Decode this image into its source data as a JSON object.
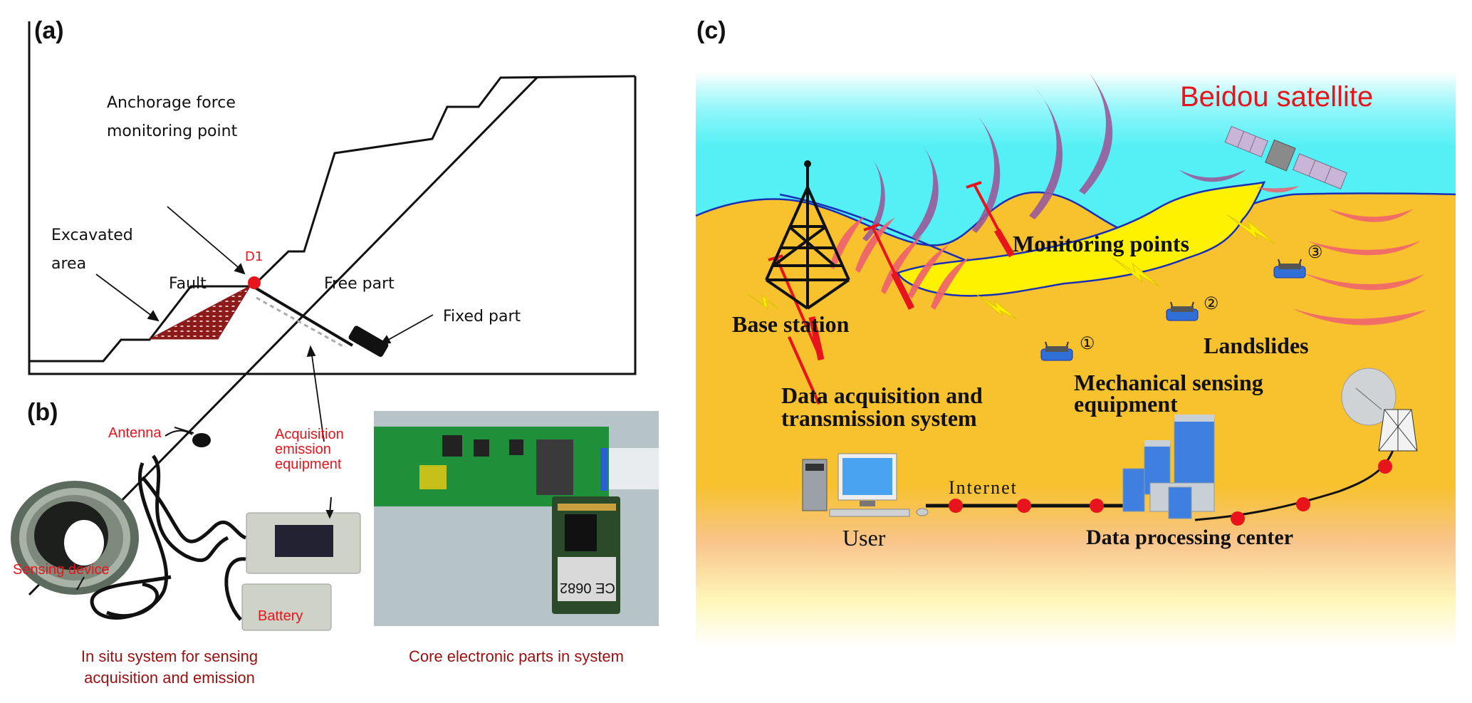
{
  "panels": {
    "a": {
      "label": "(a)",
      "annotations": {
        "anchorage_line1": "Anchorage force",
        "anchorage_line2": "monitoring point",
        "excavated_line1": "Excavated",
        "excavated_line2": "area",
        "monitoring_point_id": "D1",
        "fixed_part": "Fixed part",
        "free_part": "Free part",
        "fault": "Fault"
      }
    },
    "b": {
      "label": "(b)",
      "left_photo": {
        "labels": {
          "antenna": "Antenna",
          "acquisition_line1": "Acquisition",
          "acquisition_line2": "emission",
          "acquisition_line3": "equipment",
          "sensing_device": "Sensing device",
          "battery": "Battery"
        },
        "caption_line1": "In situ system for sensing",
        "caption_line2": "acquisition and emission"
      },
      "right_photo": {
        "module_marking": "CE 0682",
        "caption": "Core electronic parts in system"
      }
    },
    "c": {
      "label": "(c)",
      "title": "Beidou satellite",
      "labels": {
        "base_station": "Base station",
        "monitoring_points": "Monitoring points",
        "landslides": "Landslides",
        "mechanical_line1": "Mechanical sensing",
        "mechanical_line2": "equipment",
        "daq_line1": "Data acquisition and",
        "daq_line2": "transmission system",
        "internet": "Internet",
        "user": "User",
        "data_center": "Data processing center"
      },
      "point_markers": [
        "①",
        "②",
        "③"
      ]
    }
  },
  "colors": {
    "label_red": "#e8141b",
    "caption_dark_red": "#9a1010",
    "sky": "#55f0f5",
    "ground": "#f7c22e",
    "landslide": "#fff200",
    "outline_blue": "#1a2fb8",
    "wave_purple": "#9a5a9a",
    "wave_pink": "#f06070",
    "node_red": "#e8141b"
  }
}
